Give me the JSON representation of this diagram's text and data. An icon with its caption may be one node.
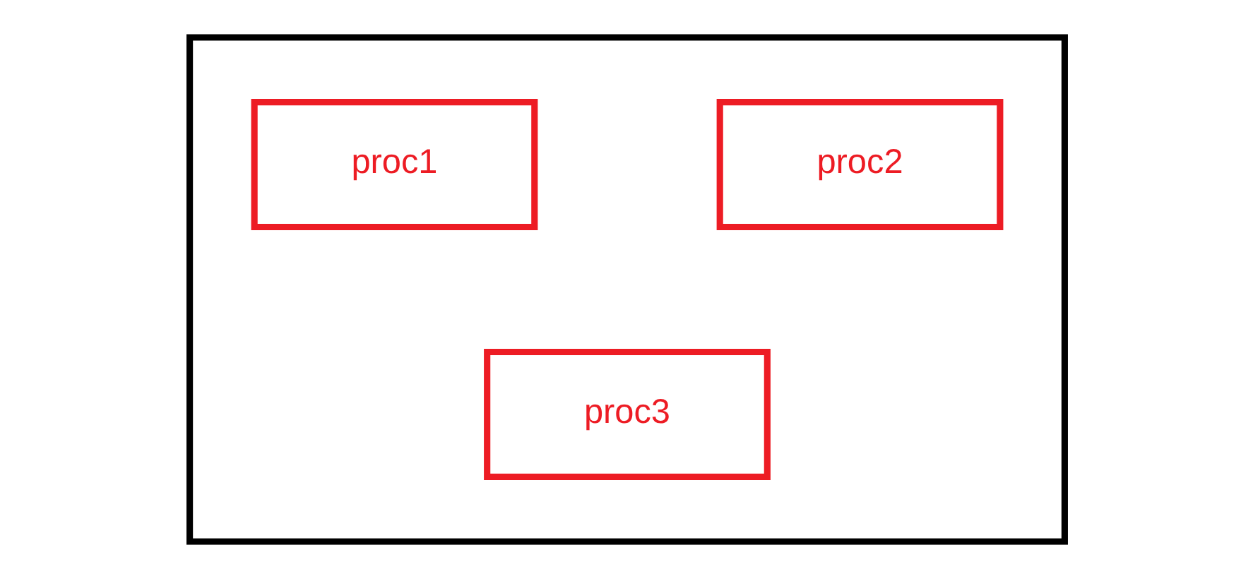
{
  "diagram": {
    "nodes": [
      {
        "text": [],
        "shape": "box"
      },
      {
        "text": [
          "proc1"
        ],
        "in": 0
      },
      {
        "text": [
          "proc2"
        ],
        "in": 0
      },
      {
        "text": [
          "proc3"
        ],
        "in": 0
      }
    ],
    "edges": []
  }
}
